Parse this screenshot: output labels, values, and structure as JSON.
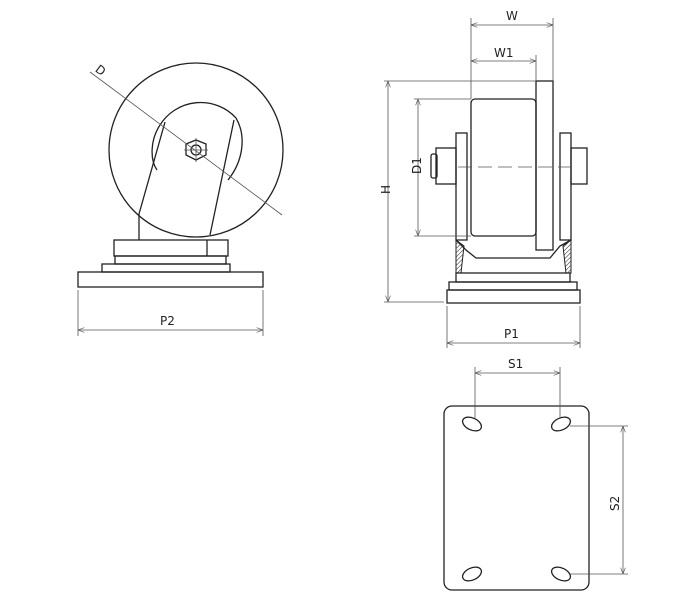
{
  "labels": {
    "D": "D",
    "P2": "P2",
    "W": "W",
    "W1": "W1",
    "H": "H",
    "D1": "D1",
    "P1": "P1",
    "S1": "S1",
    "S2": "S2"
  },
  "colors": {
    "line": "#222222",
    "dimension": "#555555"
  }
}
